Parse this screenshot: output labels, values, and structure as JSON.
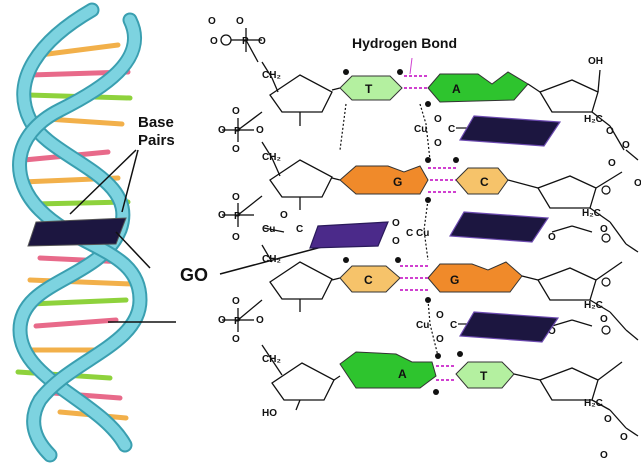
{
  "labels": {
    "hydrogen_bond": "Hydrogen Bond",
    "base_pairs_line1": "Base",
    "base_pairs_line2": "Pairs",
    "go": "GO"
  },
  "base_pairs": [
    {
      "left": "T",
      "right": "A",
      "left_color": "#b4f0a0",
      "right_color": "#2ec42e"
    },
    {
      "left": "G",
      "right": "C",
      "left_color": "#f08a2a",
      "right_color": "#f6c36a"
    },
    {
      "left": "C",
      "right": "G",
      "left_color": "#f6c36a",
      "right_color": "#f08a2a"
    },
    {
      "left": "A",
      "right": "T",
      "left_color": "#2ec42e",
      "right_color": "#b4f0a0"
    }
  ],
  "chem_labels": {
    "o": "O",
    "p": "P",
    "oh": "OH",
    "ho": "HO",
    "ch2": "CH₂",
    "h2c": "H₂C",
    "cu": "Cu",
    "c": "C"
  },
  "colors": {
    "helix_strand": "#7dd3e0",
    "helix_edge": "#3a9fb0",
    "go_sheet": "#1c1640",
    "go_sheet_purple": "#4b2a8a",
    "hbond": "#d040d0"
  }
}
